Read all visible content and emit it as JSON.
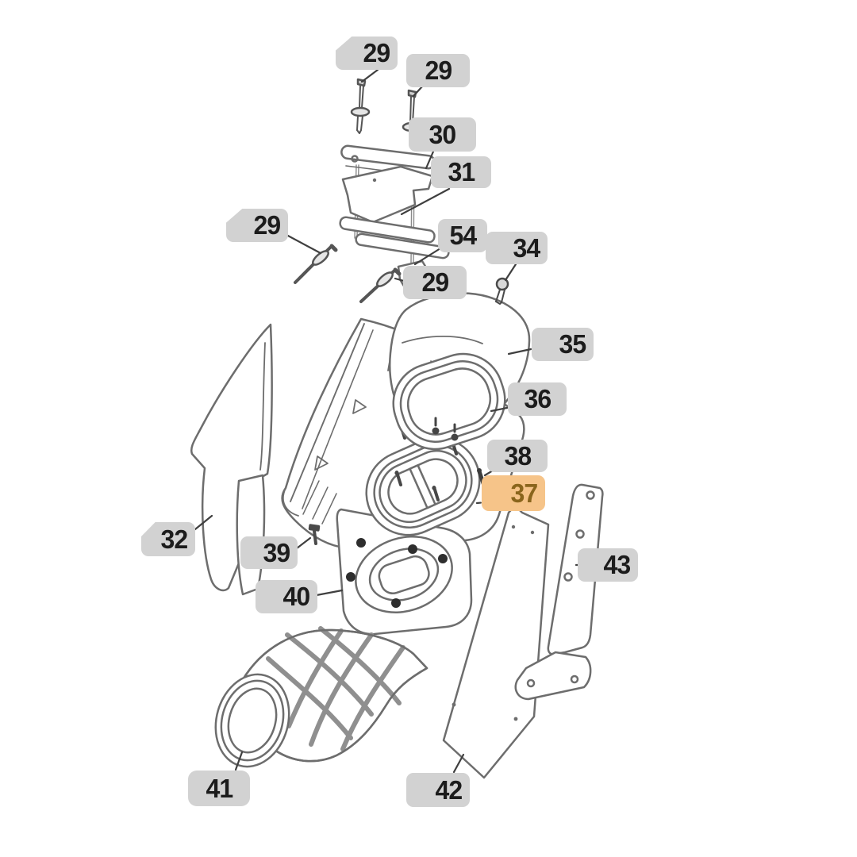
{
  "diagram": {
    "kind": "exploded-parts-diagram",
    "highlighted_label": "37"
  },
  "colors": {
    "label_bg": "#d2d2d2",
    "label_text": "#1c1c1c",
    "highlight_bg": "#f6c489",
    "highlight_text": "#8a651c"
  },
  "labels": {
    "l29a": "29",
    "l29b": "29",
    "l30": "30",
    "l31": "31",
    "l29c": "29",
    "l54": "54",
    "l34": "34",
    "l29d": "29",
    "l35": "35",
    "l36": "36",
    "l38": "38",
    "l37": "37",
    "l32": "32",
    "l39": "39",
    "l40": "40",
    "l43": "43",
    "l41": "41",
    "l42": "42"
  }
}
